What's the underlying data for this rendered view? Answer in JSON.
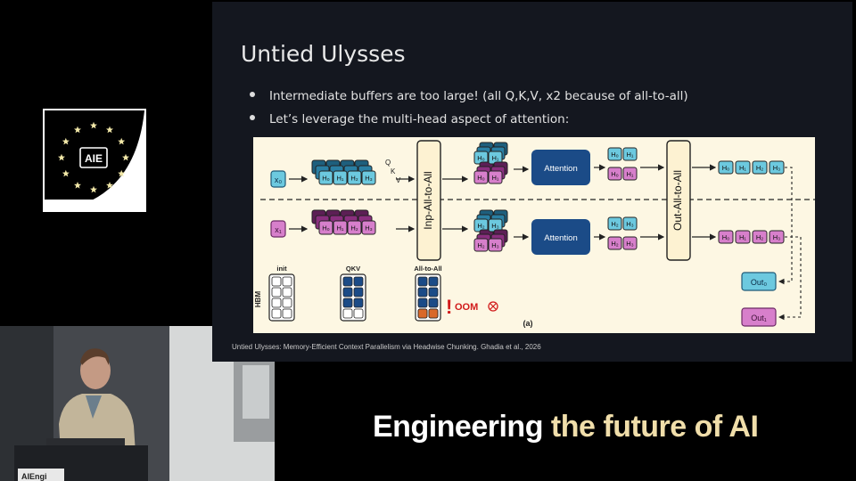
{
  "slide": {
    "title": "Untied Ulysses",
    "bullets": [
      "Intermediate buffers are too large! (all Q,K,V, x2 because of all-to-all)",
      "Let’s leverage the multi-head aspect of attention:"
    ],
    "citation": "Untied Ulysses: Memory-Efficient Context Parallelism via Headwise Chunking. Ghadia et al., 2026"
  },
  "diagram": {
    "inputs": [
      "x₀",
      "x₁"
    ],
    "qkv_letters": [
      "Q",
      "K",
      "V"
    ],
    "heads": [
      "H₀",
      "H₁",
      "H₂",
      "H₃"
    ],
    "inp_all_to_all": "Inp-All-to-All",
    "out_all_to_all": "Out-All-to-All",
    "attention": "Attention",
    "outputs": [
      "Out₀",
      "Out₁"
    ],
    "memory": {
      "hbm_label": "HBM",
      "init_label": "init",
      "qkv_label": "QKV",
      "all_to_all_label": "All-to-All",
      "oom_text": "OOM",
      "oom_mark": "!",
      "oom_icon": "sad-face-icon"
    },
    "panel_label": "(a)",
    "colors": {
      "cyan": "#6cc9df",
      "pink": "#d77fcb",
      "navy": "#1b4b87",
      "orange": "#d9682a",
      "background": "#fdf7e3"
    }
  },
  "logo": {
    "text": "AIE"
  },
  "tagline": {
    "part1": "Engineering ",
    "part2": "the future of AI"
  }
}
